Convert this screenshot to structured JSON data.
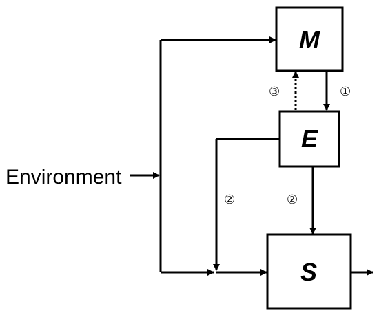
{
  "environment_label": "Environment",
  "boxes": {
    "m": "M",
    "e": "E",
    "s": "S"
  },
  "markers": {
    "one": "①",
    "two": "②",
    "three": "③"
  }
}
